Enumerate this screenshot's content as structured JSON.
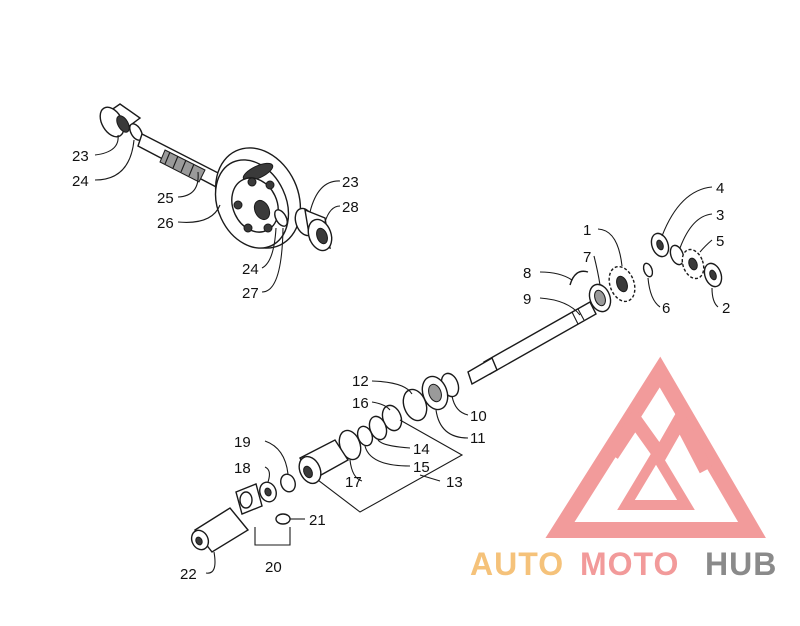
{
  "callouts": {
    "c1": "1",
    "c2": "2",
    "c3": "3",
    "c4": "4",
    "c5": "5",
    "c6": "6",
    "c7": "7",
    "c8": "8",
    "c9": "9",
    "c10": "10",
    "c11": "11",
    "c12": "12",
    "c13": "13",
    "c14": "14",
    "c15": "15",
    "c16": "16",
    "c17": "17",
    "c18": "18",
    "c19": "19",
    "c20": "20",
    "c21": "21",
    "c22": "22",
    "c23a": "23",
    "c23b": "23",
    "c24a": "24",
    "c24b": "24",
    "c25": "25",
    "c26": "26",
    "c27": "27",
    "c28": "28"
  },
  "watermark": {
    "part1": "AUTO",
    "part2": "MOTO",
    "part3": "HUB",
    "colors": {
      "auto": "#f5c27a",
      "moto": "#f29a9a",
      "hub": "#8a8a8a",
      "mark": "#f08a8a"
    }
  }
}
